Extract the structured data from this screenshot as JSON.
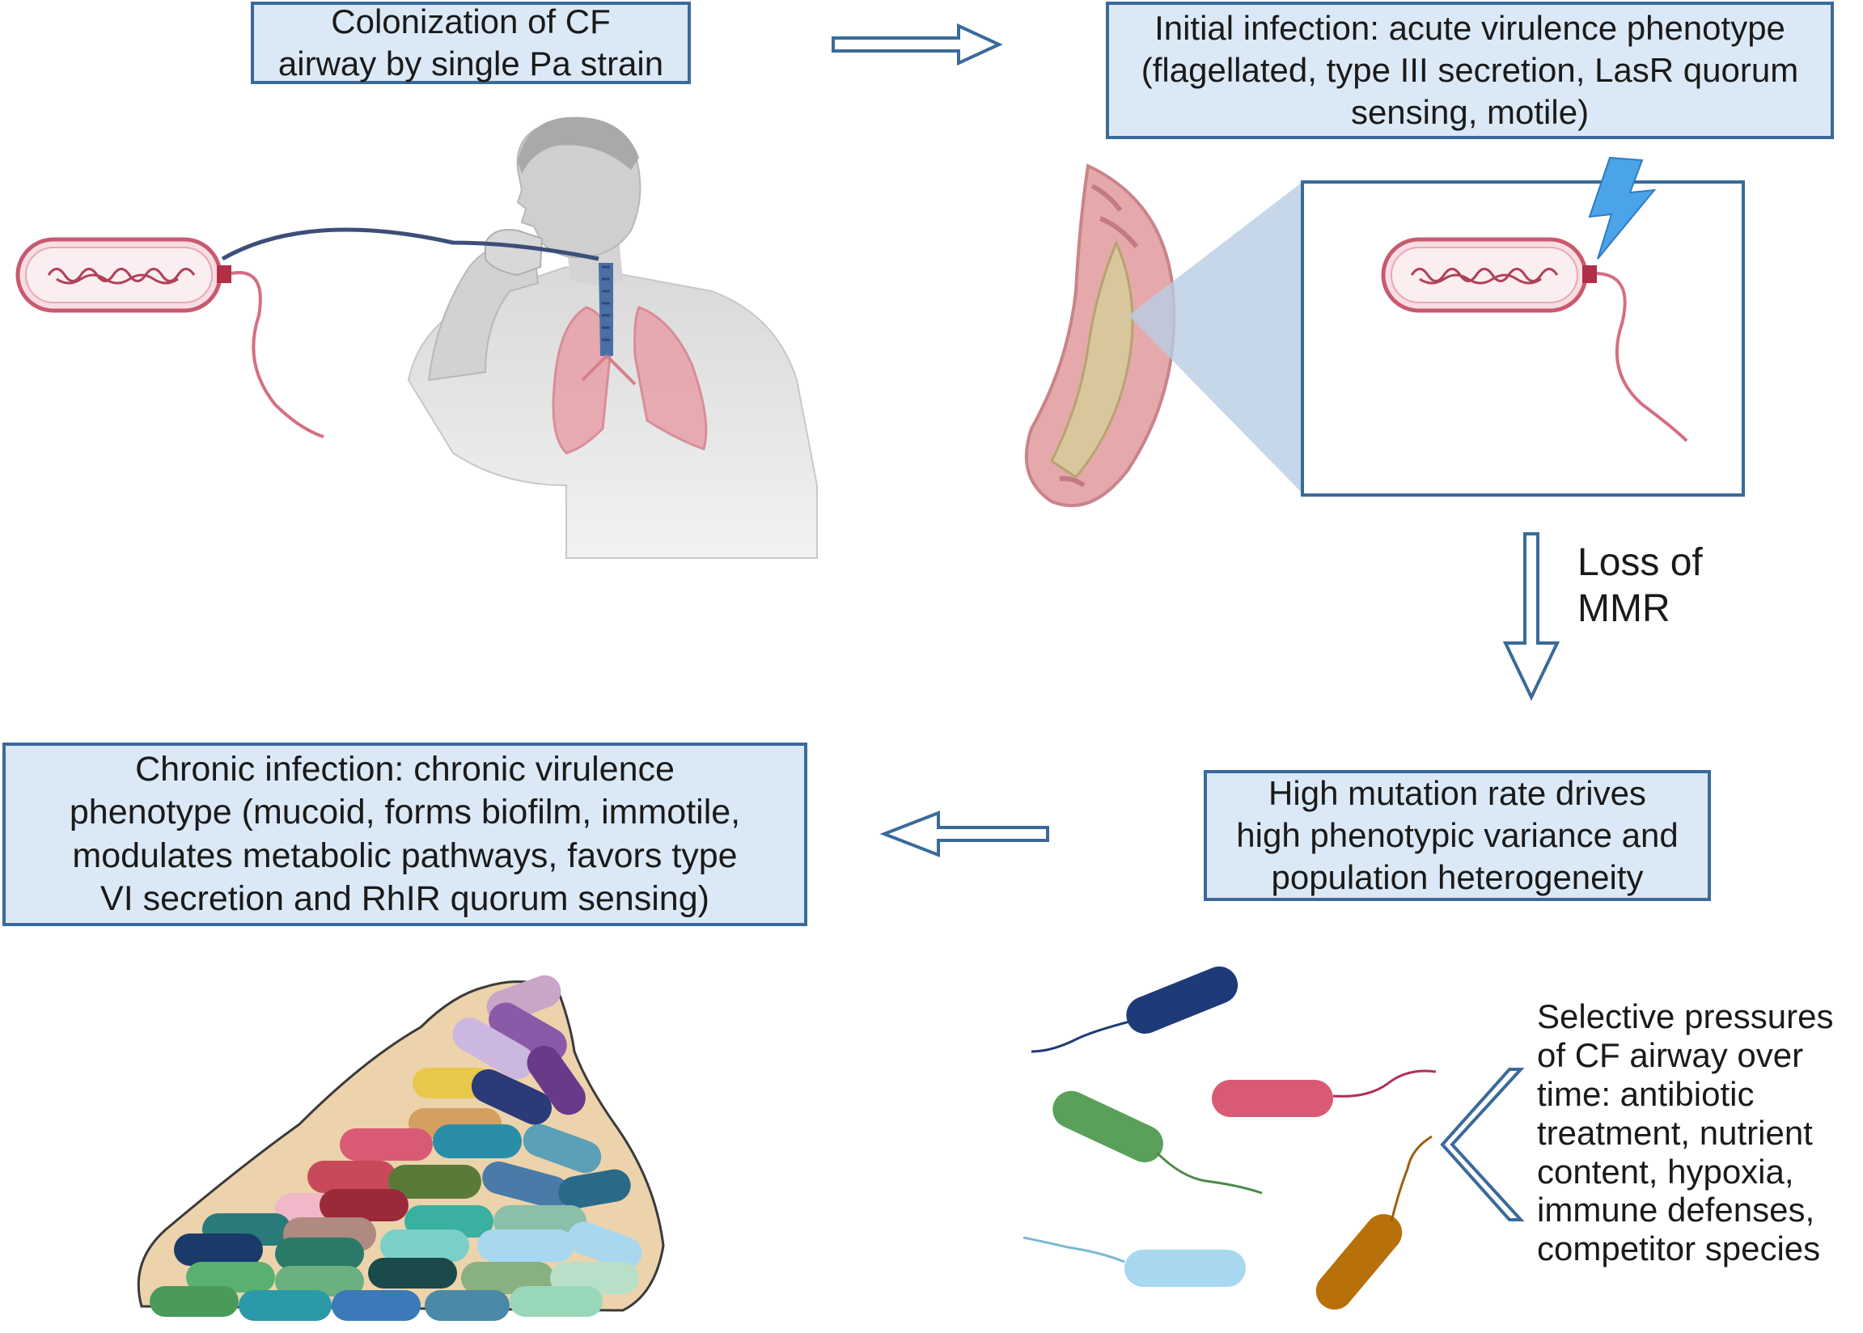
{
  "boxes": {
    "colonization": [
      "Colonization of CF",
      "airway by single Pa strain"
    ],
    "initial": [
      "Initial infection: acute virulence phenotype",
      "(flagellated, type III secretion, LasR quorum",
      "sensing, motile)"
    ],
    "mutation": [
      "High mutation rate drives",
      "high phenotypic variance and",
      "population heterogeneity"
    ],
    "chronic": [
      "Chronic infection: chronic virulence",
      "phenotype (mucoid, forms biofilm, immotile,",
      "modulates metabolic pathways, favors type",
      "VI secretion and RhIR quorum sensing)"
    ]
  },
  "labels": {
    "loss": [
      "Loss of",
      "MMR"
    ],
    "pressures": [
      "Selective pressures",
      "of CF airway over",
      "time: antibiotic",
      "treatment, nutrient",
      "content, hypoxia,",
      "immune defenses,",
      "competitor species"
    ]
  },
  "colors": {
    "box_fill": "#dbe9f6",
    "box_border": "#3a6a9a",
    "arrow_stroke": "#3a6a9a",
    "lung": "#e8a0a8",
    "bacterium_outline": "#c85a70"
  }
}
